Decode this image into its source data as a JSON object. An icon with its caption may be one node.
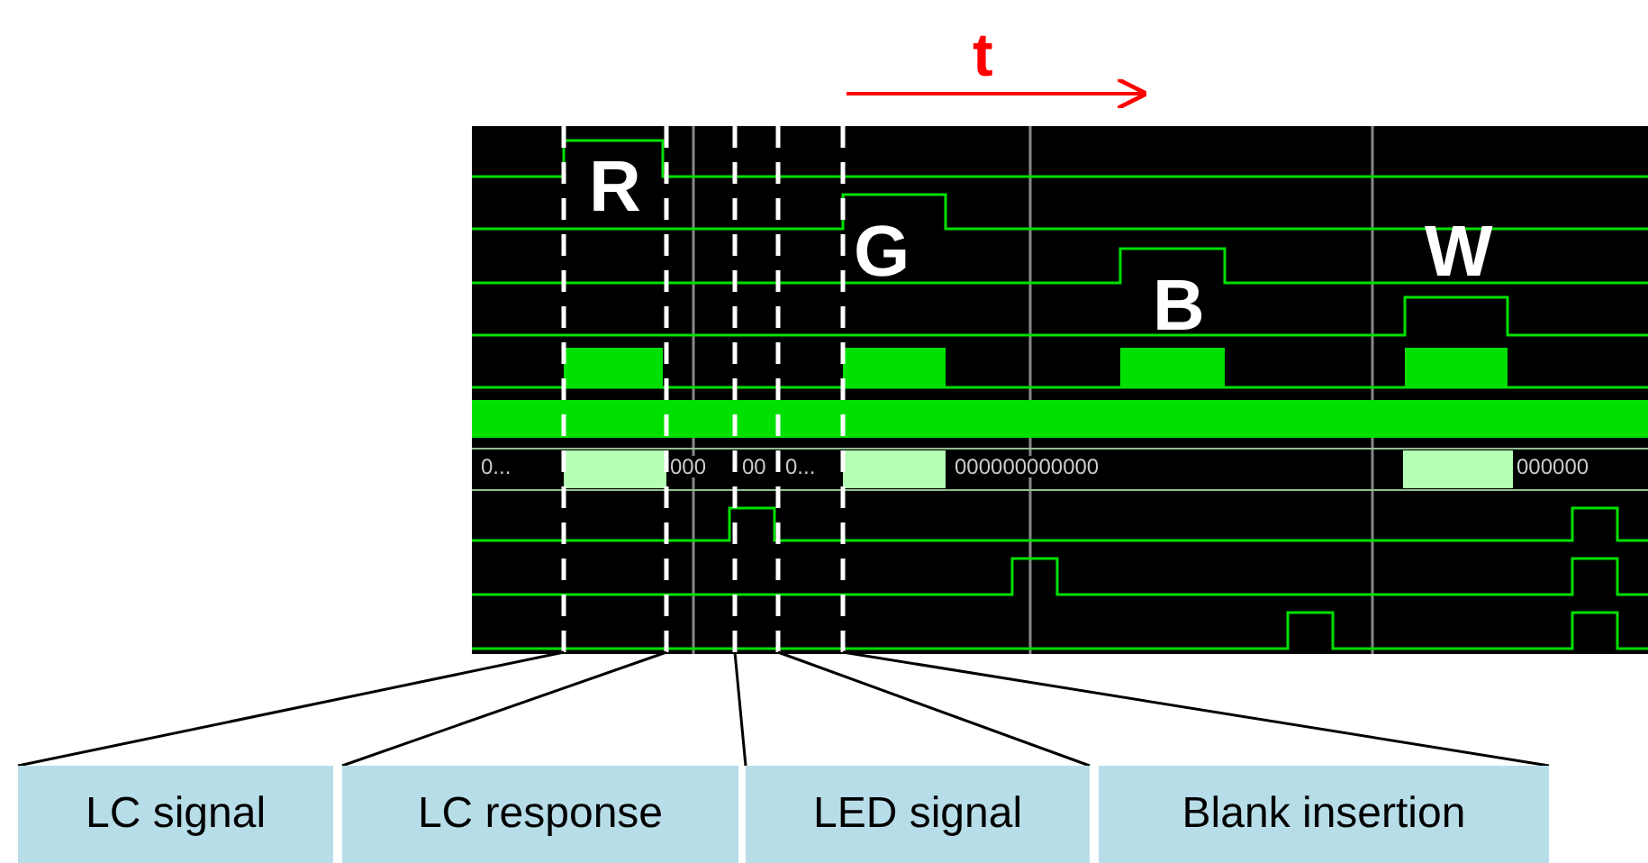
{
  "diagram": {
    "nodes": [
      {
        "text": [
          "LC signal"
        ]
      },
      {
        "text": [
          "LC response"
        ]
      },
      {
        "text": [
          "LED signal"
        ]
      },
      {
        "text": [
          "Blank insertion"
        ]
      }
    ],
    "edges": [
      {
        "from": 0,
        "to": null,
        "arrow": "none"
      },
      {
        "from": 1,
        "to": null,
        "arrow": "none"
      },
      {
        "from": 2,
        "to": null,
        "arrow": "none"
      },
      {
        "from": 2,
        "to": null,
        "arrow": "none"
      },
      {
        "from": 3,
        "to": null,
        "arrow": "none"
      }
    ],
    "labels": [
      "t",
      "R",
      "G",
      "B",
      "W",
      "0...",
      "000",
      "00",
      "0...",
      "000000000000",
      "000000"
    ]
  }
}
